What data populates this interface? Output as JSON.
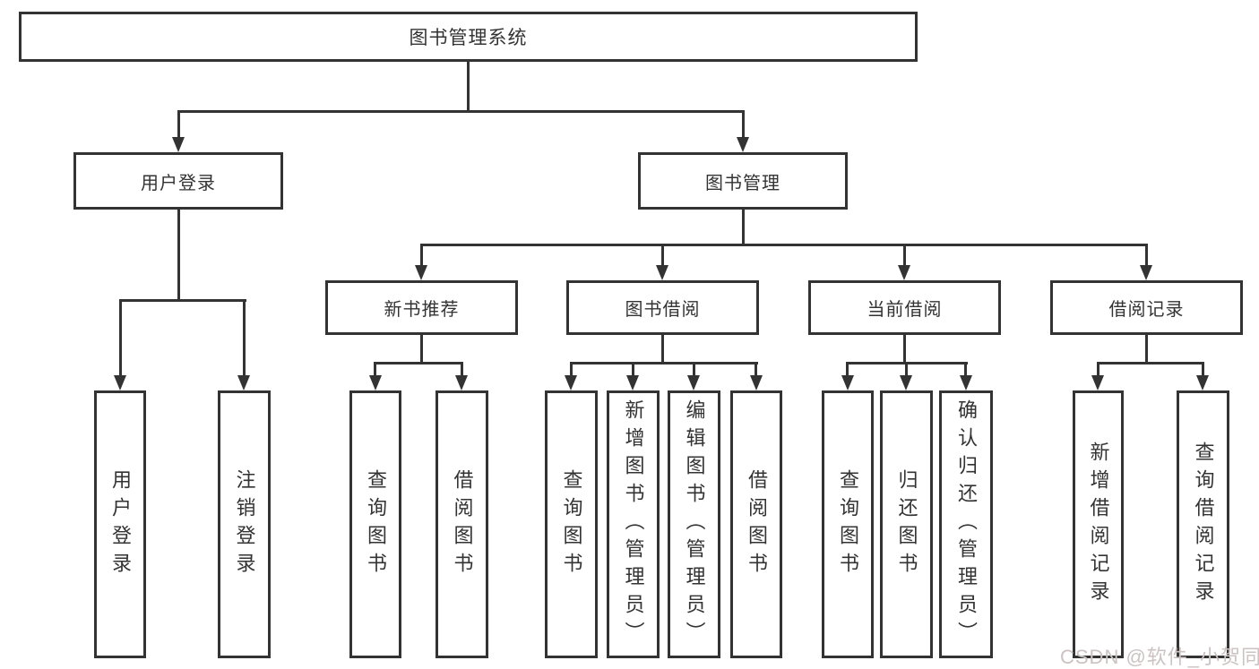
{
  "diagram": {
    "nodes": {
      "root": "图书管理系统",
      "level2": {
        "user_login": "用户登录",
        "book_mgmt": "图书管理"
      },
      "level3": {
        "new_book_rec": "新书推荐",
        "book_borrow": "图书借阅",
        "current_borrow": "当前借阅",
        "borrow_record": "借阅记录"
      },
      "level4": {
        "user_login": {
          "login": "用户登录",
          "logout": "注销登录"
        },
        "new_book_rec": {
          "query_book": "查询图书",
          "borrow_book": "借阅图书"
        },
        "book_borrow": {
          "query_book": "查询图书",
          "add_book": "新增图书（管理员）",
          "edit_book": "编辑图书（管理员）",
          "borrow_book": "借阅图书"
        },
        "current_borrow": {
          "query_book": "查询图书",
          "return_book": "归还图书",
          "confirm_return": "确认归还（管理员）"
        },
        "borrow_record": {
          "add_record": "新增借阅记录",
          "query_record": "查询借阅记录"
        }
      }
    },
    "watermark": "CSDN @软件_小贺同学",
    "colors": {
      "line": "#333333",
      "text": "#333333",
      "box_background": "#ffffff",
      "watermark": "#ccc2c2",
      "background": "#ffffff"
    }
  }
}
